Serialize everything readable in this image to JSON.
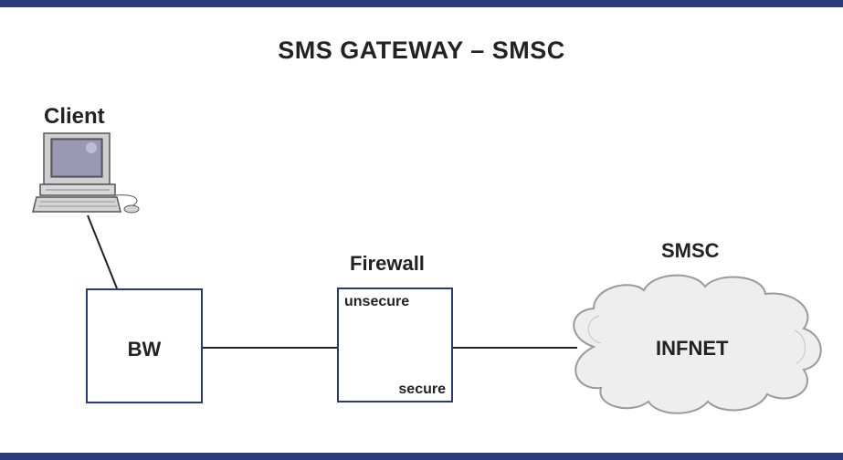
{
  "title": "SMS GATEWAY – SMSC",
  "client": {
    "label": "Client"
  },
  "bw": {
    "label": "BW"
  },
  "firewall": {
    "label": "Firewall",
    "unsecure": "unsecure",
    "secure": "secure"
  },
  "smsc": {
    "label": "SMSC",
    "cloud_label": "INFNET"
  },
  "colors": {
    "bar": "#2a3a7a",
    "border": "#2a3a7a",
    "cloud_fill": "#eeeeee",
    "cloud_stroke": "#9a9a9a"
  }
}
